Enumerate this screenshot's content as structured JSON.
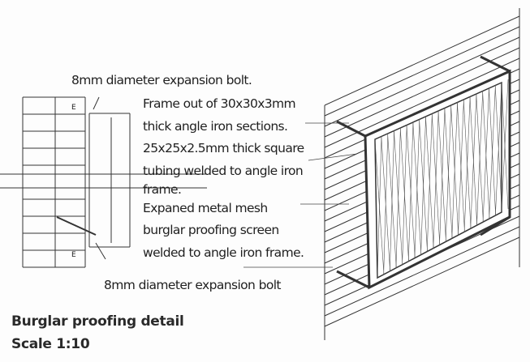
{
  "labels": {
    "bolt_top": "8mm diameter expansion bolt.",
    "frame_lines": [
      "Frame out of 30x30x3mm",
      "thick angle iron sections.",
      "25x25x2.5mm thick square",
      "tubing welded to angle iron",
      "frame.",
      "Expaned metal mesh",
      "burglar proofing screen",
      "welded to angle iron frame."
    ],
    "bolt_bottom": "8mm diameter expansion bolt",
    "bolt_marks": [
      "E",
      "E"
    ]
  },
  "caption": {
    "title": "Burglar proofing detail",
    "scale": "Scale 1:10"
  }
}
